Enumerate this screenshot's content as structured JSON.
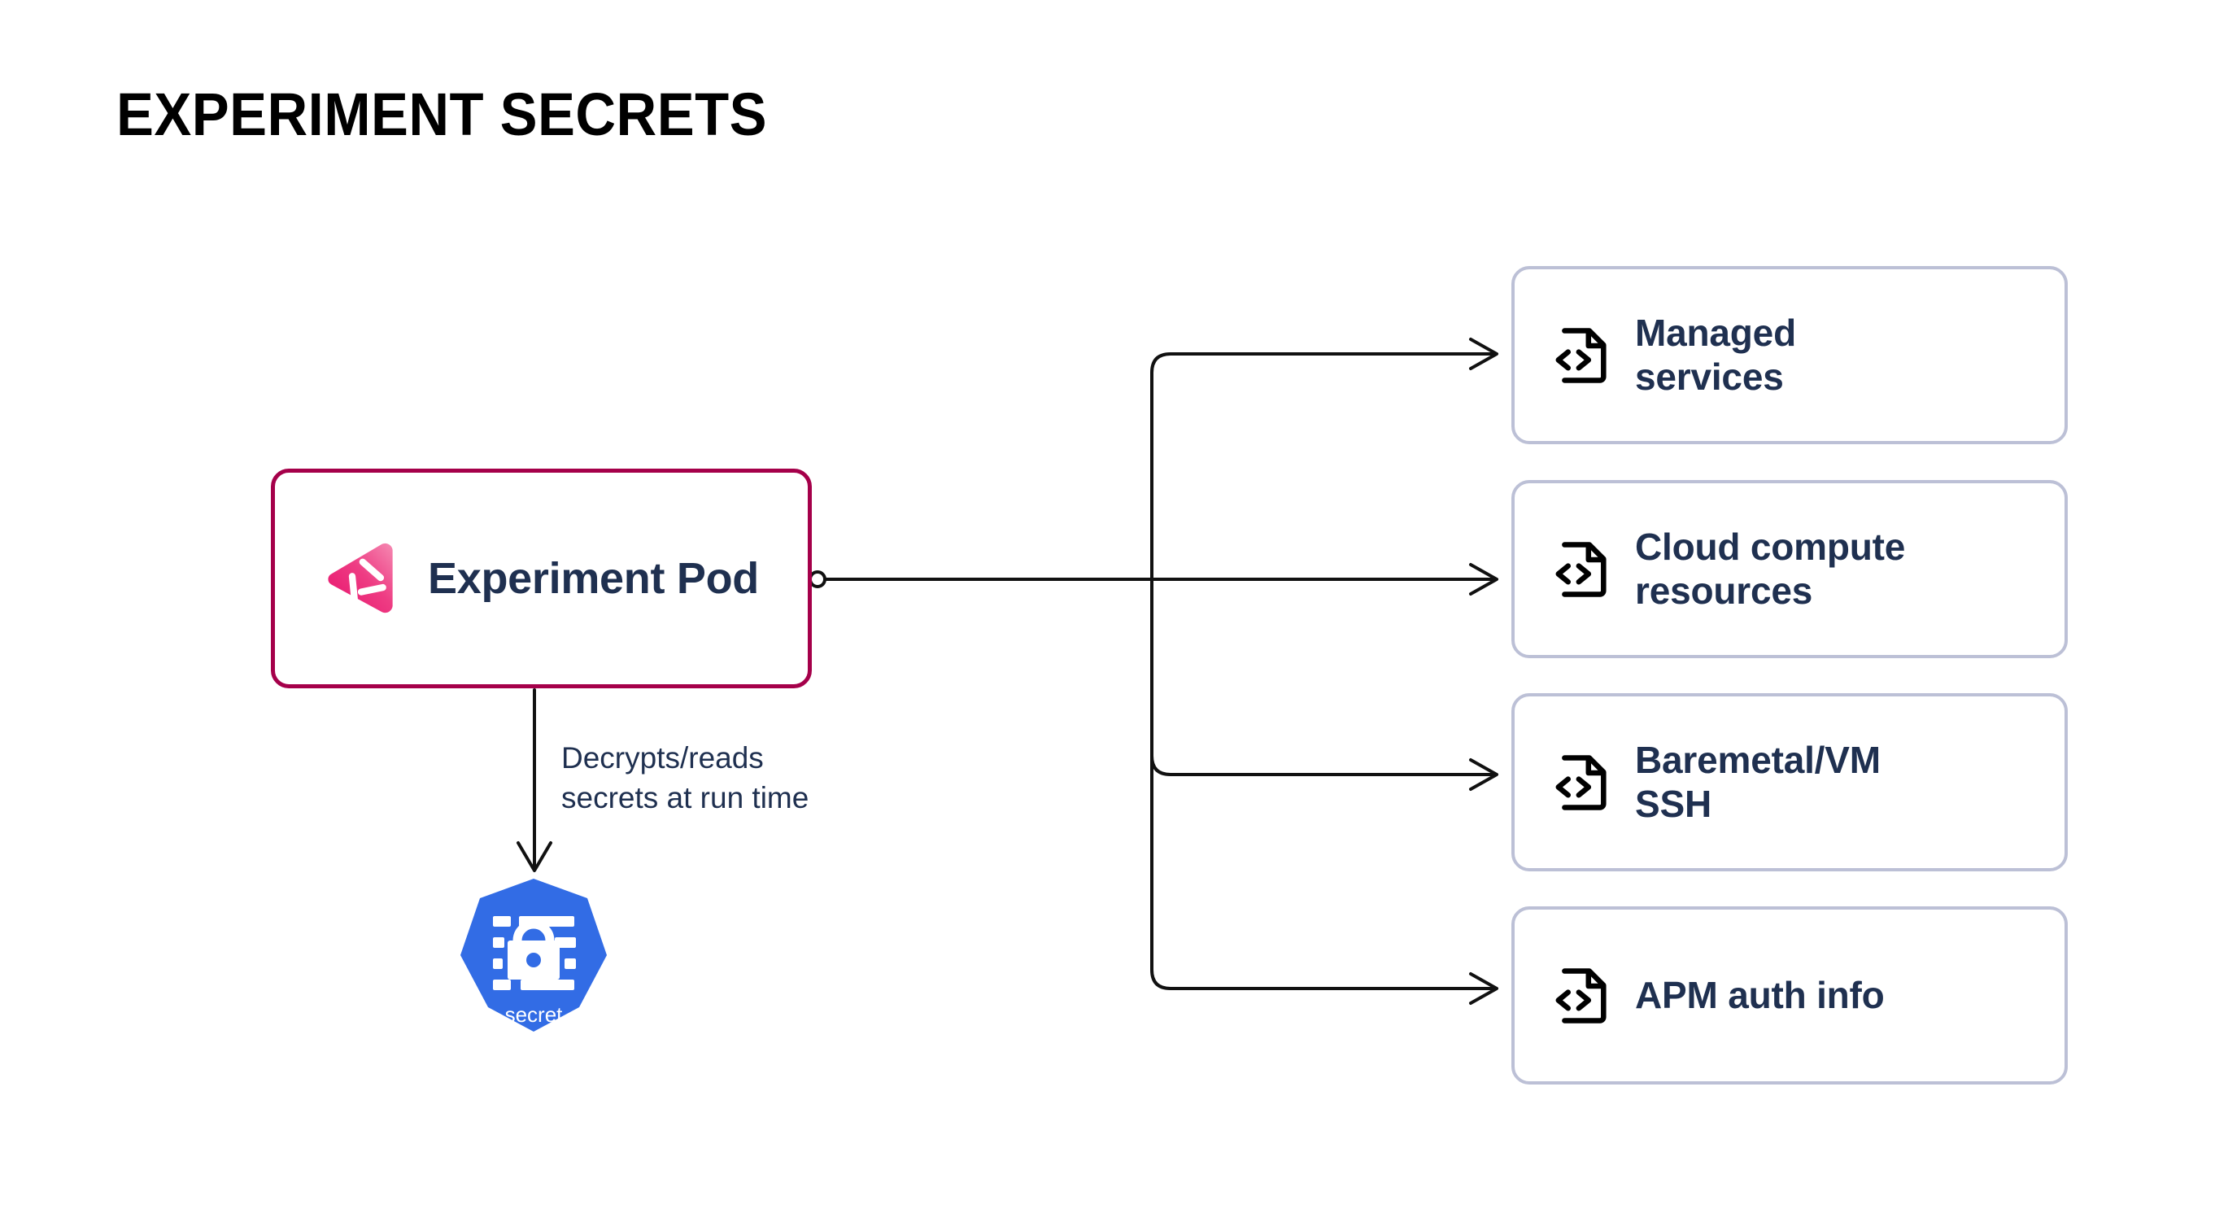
{
  "page": {
    "title": "EXPERIMENT SECRETS",
    "background_color": "#FFFFFF"
  },
  "colors": {
    "pod_border": "#A5004A",
    "pod_logo_gradient_from": "#F2649C",
    "pod_logo_gradient_to": "#E8136E",
    "card_border": "#BCC0D6",
    "text_navy": "#1F3050",
    "connector": "#111111",
    "kubernetes_blue": "#326CE5",
    "icon_black": "#000000"
  },
  "source_node": {
    "label": "Experiment Pod",
    "logo_icon": "litmus-chaos-logo-icon",
    "port_icon": "connector-port-circle-icon"
  },
  "edge_annotation": {
    "line1": "Decrypts/reads",
    "line2": "secrets at run time"
  },
  "secret_node": {
    "label": "secret",
    "icon": "kubernetes-secret-lock-icon",
    "shape": "heptagon"
  },
  "targets": [
    {
      "label_line1": "Managed",
      "label_line2": "services",
      "icon": "file-code-icon"
    },
    {
      "label_line1": "Cloud compute",
      "label_line2": "resources",
      "icon": "file-code-icon"
    },
    {
      "label_line1": "Baremetal/VM",
      "label_line2": "SSH",
      "icon": "file-code-icon"
    },
    {
      "label_line1": "APM auth info",
      "label_line2": "",
      "icon": "file-code-icon"
    }
  ]
}
